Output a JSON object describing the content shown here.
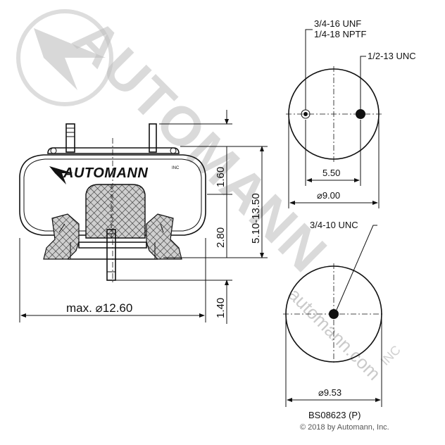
{
  "watermark": {
    "main": "AUTOMANN",
    "sub": "automann.com",
    "mark": "INC"
  },
  "logo": {
    "text": "AUTOMANN",
    "mark": "INC"
  },
  "side_view": {
    "height_upper": "1.60",
    "height_middle": "2.80",
    "height_lower": "1.40",
    "height_range": "5.10-13.50",
    "max_diameter": "max. ⌀12.60"
  },
  "top_view": {
    "thread_label_1": "3/4-16 UNF",
    "thread_label_2": "1/4-18 NPTF",
    "stud_label": "1/2-13 UNC",
    "spacing": "5.50",
    "diameter": "⌀9.00"
  },
  "bottom_view": {
    "thread_label": "3/4-10 UNC",
    "diameter": "⌀9.53"
  },
  "footer": {
    "part_number": "BS08623 (P)",
    "copyright": "© 2018 by Automann, Inc."
  }
}
